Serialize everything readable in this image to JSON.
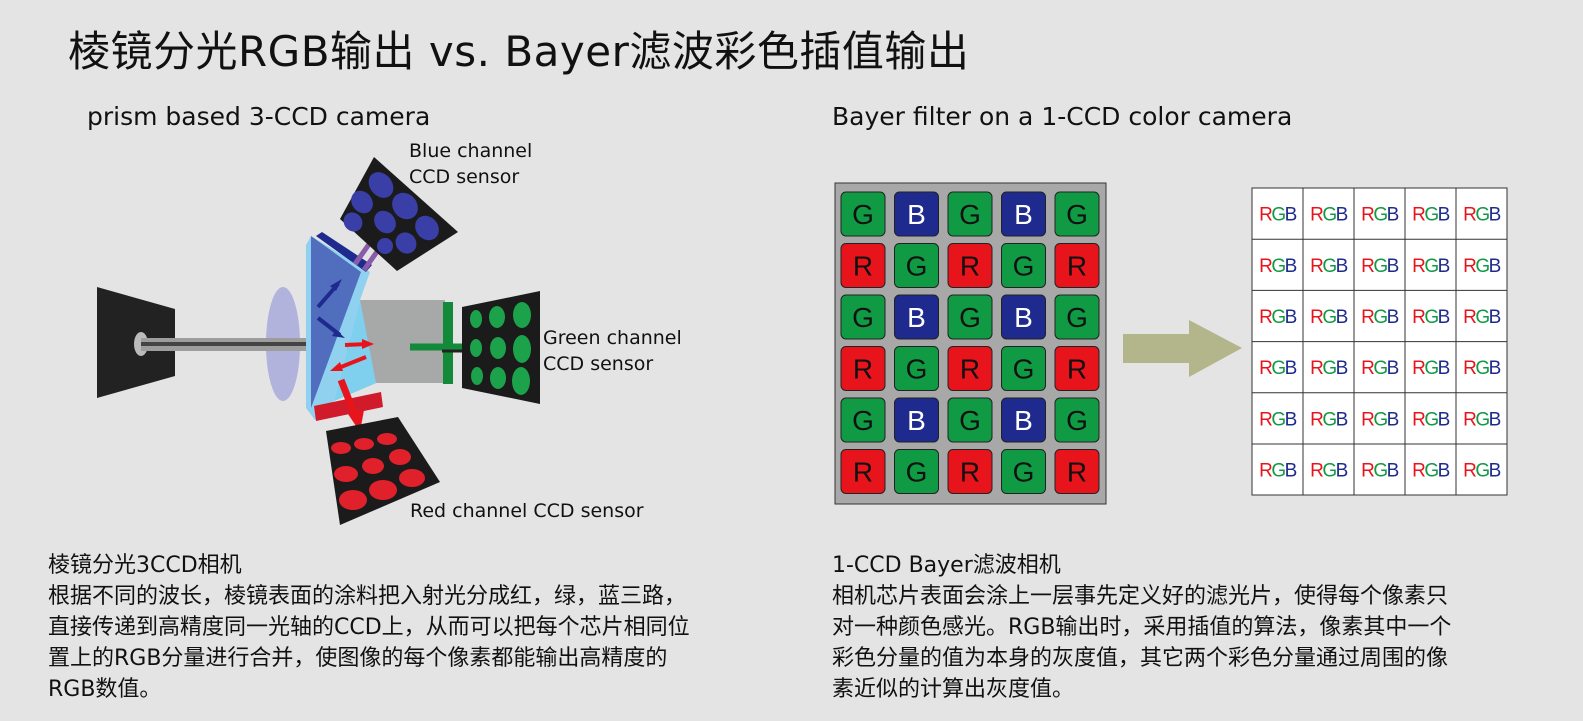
{
  "title": "棱镜分光RGB输出 vs. Bayer滤波彩色插值输出",
  "left": {
    "subtitle": "prism based 3-CCD camera",
    "labels": {
      "blue_line1": "Blue channel",
      "blue_line2": "CCD sensor",
      "green_line1": "Green channel",
      "green_line2": "CCD sensor",
      "red": "Red channel CCD sensor"
    },
    "description": {
      "heading": "棱镜分光3CCD相机",
      "lines": [
        "根据不同的波长，棱镜表面的涂料把入射光分成红，绿，蓝三路，",
        "直接传递到高精度同一光轴的CCD上，从而可以把每个芯片相同位",
        "置上的RGB分量进行合并，使图像的每个像素都能输出高精度的",
        "RGB数值。"
      ]
    }
  },
  "right": {
    "subtitle": "Bayer filter on a 1-CCD color camera",
    "bayer_grid": [
      [
        "G",
        "B",
        "G",
        "B",
        "G"
      ],
      [
        "R",
        "G",
        "R",
        "G",
        "R"
      ],
      [
        "G",
        "B",
        "G",
        "B",
        "G"
      ],
      [
        "R",
        "G",
        "R",
        "G",
        "R"
      ],
      [
        "G",
        "B",
        "G",
        "B",
        "G"
      ],
      [
        "R",
        "G",
        "R",
        "G",
        "R"
      ]
    ],
    "output_cell": {
      "r": "R",
      "g": "G",
      "b": "B"
    },
    "output_rows": 6,
    "output_cols": 5,
    "description": {
      "heading": "1-CCD Bayer滤波相机",
      "lines": [
        "相机芯片表面会涂上一层事先定义好的滤光片，使得每个像素只",
        "对一种颜色感光。RGB输出时，采用插值的算法，像素其中一个",
        "彩色分量的值为本身的灰度值，其它两个彩色分量通过周围的像",
        "素近似的计算出灰度值。"
      ]
    }
  },
  "colors": {
    "R": "#e8141c",
    "G": "#119a44",
    "B": "#1e2a8e",
    "arrow": "#b3b58a",
    "background": "#e4e4e4"
  }
}
